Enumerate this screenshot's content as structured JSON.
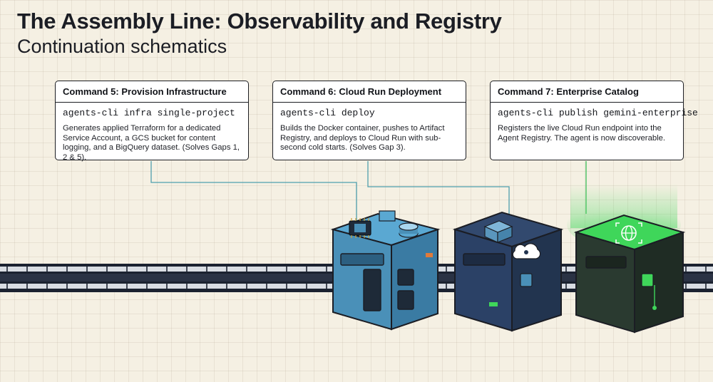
{
  "header": {
    "title": "The Assembly Line: Observability and Registry",
    "subtitle": "Continuation schematics"
  },
  "cards": [
    {
      "title": "Command 5: Provision Infrastructure",
      "command": "agents-cli infra single-project",
      "description": "Generates applied Terraform for a dedicated Service Account, a GCS bucket for content logging, and a BigQuery dataset. (Solves Gaps 1, 2 & 5)."
    },
    {
      "title": "Command 6: Cloud Run Deployment",
      "command": "agents-cli deploy",
      "description": "Builds the Docker container, pushes to Artifact Registry, and deploys to Cloud Run with sub-second cold starts. (Solves Gap 3)."
    },
    {
      "title": "Command 7: Enterprise Catalog",
      "command": "agents-cli publish gemini-enterprise",
      "description": "Registers the live Cloud Run endpoint into the Agent Registry. The agent is now discoverable."
    }
  ],
  "stations": [
    {
      "name": "infrastructure-station",
      "icons": [
        "chip-icon",
        "database-icon"
      ],
      "color": "#4a90b8"
    },
    {
      "name": "cloud-run-station",
      "icons": [
        "container-icon",
        "cloud-icon"
      ],
      "color": "#2b4166"
    },
    {
      "name": "enterprise-catalog-station",
      "icons": [
        "globe-icon"
      ],
      "color": "#2f4a3a",
      "accent": "#3fd65a"
    }
  ],
  "colors": {
    "background": "#f5f0e3",
    "connector": "#4f9fae",
    "glow": "#3fd65a"
  }
}
